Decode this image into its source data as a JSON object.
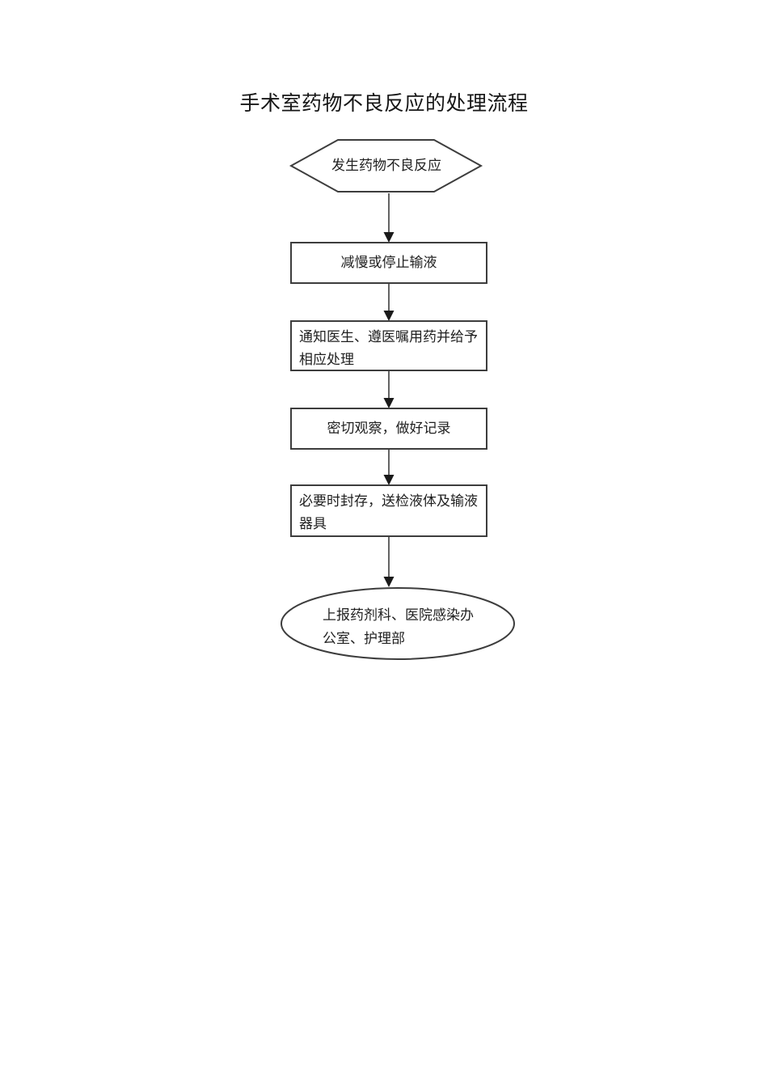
{
  "document": {
    "title": "手术室药物不良反应的处理流程",
    "background_color": "#ffffff",
    "line_color": "#3d3d3d",
    "text_color": "#1f1f1f"
  },
  "flowchart": {
    "direction": "top-down",
    "nodes": [
      {
        "id": "start",
        "shape": "hexagon",
        "label": "发生药物不良反应",
        "lines": [
          "发生药物不良反应"
        ]
      },
      {
        "id": "step-1",
        "shape": "rectangle",
        "label": "减慢或停止输液",
        "lines": [
          "减慢或停止输液"
        ]
      },
      {
        "id": "step-2",
        "shape": "rectangle",
        "label": "通知医生、遵医嘱用药并给予相应处理",
        "lines": [
          "通知医生、遵医嘱用药并给予",
          "相应处理"
        ]
      },
      {
        "id": "step-3",
        "shape": "rectangle",
        "label": "密切观察，做好记录",
        "lines": [
          "密切观察，做好记录"
        ]
      },
      {
        "id": "step-4",
        "shape": "rectangle",
        "label": "必要时封存，送检液体及输液器具",
        "lines": [
          "必要时封存，送检液体及输液",
          "器具"
        ]
      },
      {
        "id": "end",
        "shape": "ellipse",
        "label": "上报药剂科、医院感染办公室、护理部",
        "lines": [
          "上报药剂科、医院感染办",
          "公室、护理部"
        ]
      }
    ],
    "edges": [
      {
        "from": "start",
        "to": "step-1",
        "style": "arrow-down"
      },
      {
        "from": "step-1",
        "to": "step-2",
        "style": "arrow-down"
      },
      {
        "from": "step-2",
        "to": "step-3",
        "style": "arrow-down"
      },
      {
        "from": "step-3",
        "to": "step-4",
        "style": "arrow-down"
      },
      {
        "from": "step-4",
        "to": "end",
        "style": "arrow-down"
      }
    ]
  }
}
